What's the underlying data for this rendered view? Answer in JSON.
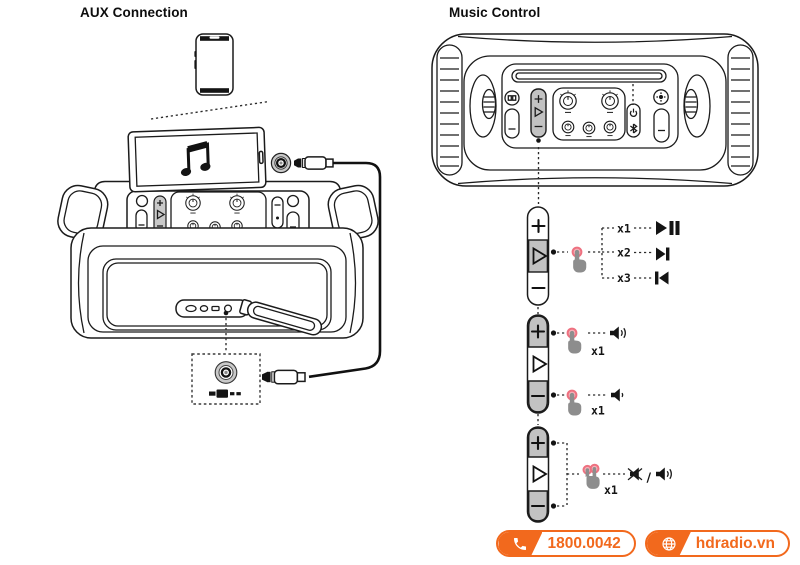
{
  "sections": {
    "aux_title": "AUX Connection",
    "music_title": "Music Control"
  },
  "music_control": {
    "strip_buttons": [
      "plus",
      "play",
      "minus"
    ],
    "play_strip": {
      "rows": [
        {
          "taps": "x1",
          "result": "play-pause-icon"
        },
        {
          "taps": "x2",
          "result": "next-track-icon"
        },
        {
          "taps": "x3",
          "result": "previous-track-icon"
        }
      ]
    },
    "volume_strip": {
      "up": {
        "taps": "x1",
        "result": "volume-up-icon"
      },
      "down": {
        "taps": "x1",
        "result": "volume-down-icon"
      }
    },
    "mute_strip": {
      "taps": "x1",
      "separator": "/",
      "results": [
        "mute-icon",
        "volume-up-icon"
      ]
    }
  },
  "aux_connection": {
    "elements": [
      "phone",
      "boombox",
      "docked-tablet",
      "music-note-icon",
      "headphone-jack-icon",
      "aux-cable",
      "aux-plug",
      "aux-port-detail"
    ]
  },
  "footer": {
    "hotline": "1800.0042",
    "website": "hdradio.vn"
  },
  "colors": {
    "accent_orange": "#f2691d",
    "button_gray": "#c2c2c2",
    "hand_gray": "#8d8d8d",
    "tip_pink": "#ee7180",
    "tip_pink_fill": "#f7b0b8",
    "line_black": "#1b1b1b"
  }
}
